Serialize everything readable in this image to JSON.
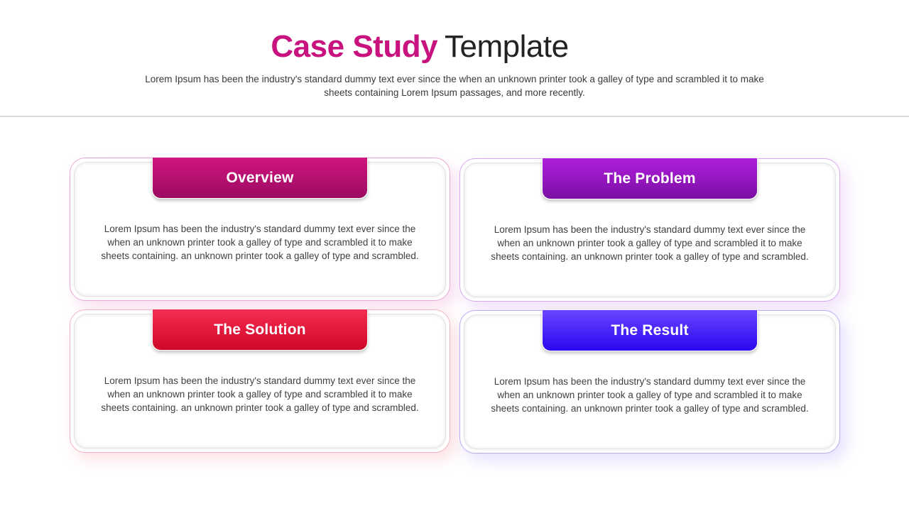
{
  "header": {
    "title_accent": "Case Study",
    "title_rest": "Template",
    "accent_color": "#c8137f",
    "subtitle": "Lorem Ipsum has been the industry's standard dummy text ever since the when an unknown printer took a galley of type and scrambled it to make sheets containing Lorem Ipsum passages, and more recently."
  },
  "cards": [
    {
      "title": "Overview",
      "body": "Lorem Ipsum has been the industry's standard dummy text ever since the when an unknown printer took a galley of type and scrambled it to make sheets containing. an unknown printer took a galley of type and scrambled.",
      "color_top": "#d0157f",
      "color_bottom": "#9c0b62",
      "border_color": "#e8a8d4"
    },
    {
      "title": "The Problem",
      "body": "Lorem Ipsum has been the industry's standard dummy text ever since the when an unknown printer took a galley of type and scrambled it to make sheets containing. an unknown printer took a galley of type and scrambled.",
      "color_top": "#b01edc",
      "color_bottom": "#7a0fa3",
      "border_color": "#d9a8ec"
    },
    {
      "title": "The Solution",
      "body": "Lorem Ipsum has been the industry's standard dummy text ever since the when an unknown printer took a galley of type and scrambled it to make sheets containing. an unknown printer took a galley of type and scrambled.",
      "color_top": "#f42d52",
      "color_bottom": "#cf0828",
      "border_color": "#f2b3c0"
    },
    {
      "title": "The Result",
      "body": "Lorem Ipsum has been the industry's standard dummy text ever since the when an unknown printer took a galley of type and scrambled it to make sheets containing. an unknown printer took a galley of type and scrambled.",
      "color_top": "#6a45ff",
      "color_bottom": "#2a06f0",
      "border_color": "#b9acf2"
    }
  ]
}
